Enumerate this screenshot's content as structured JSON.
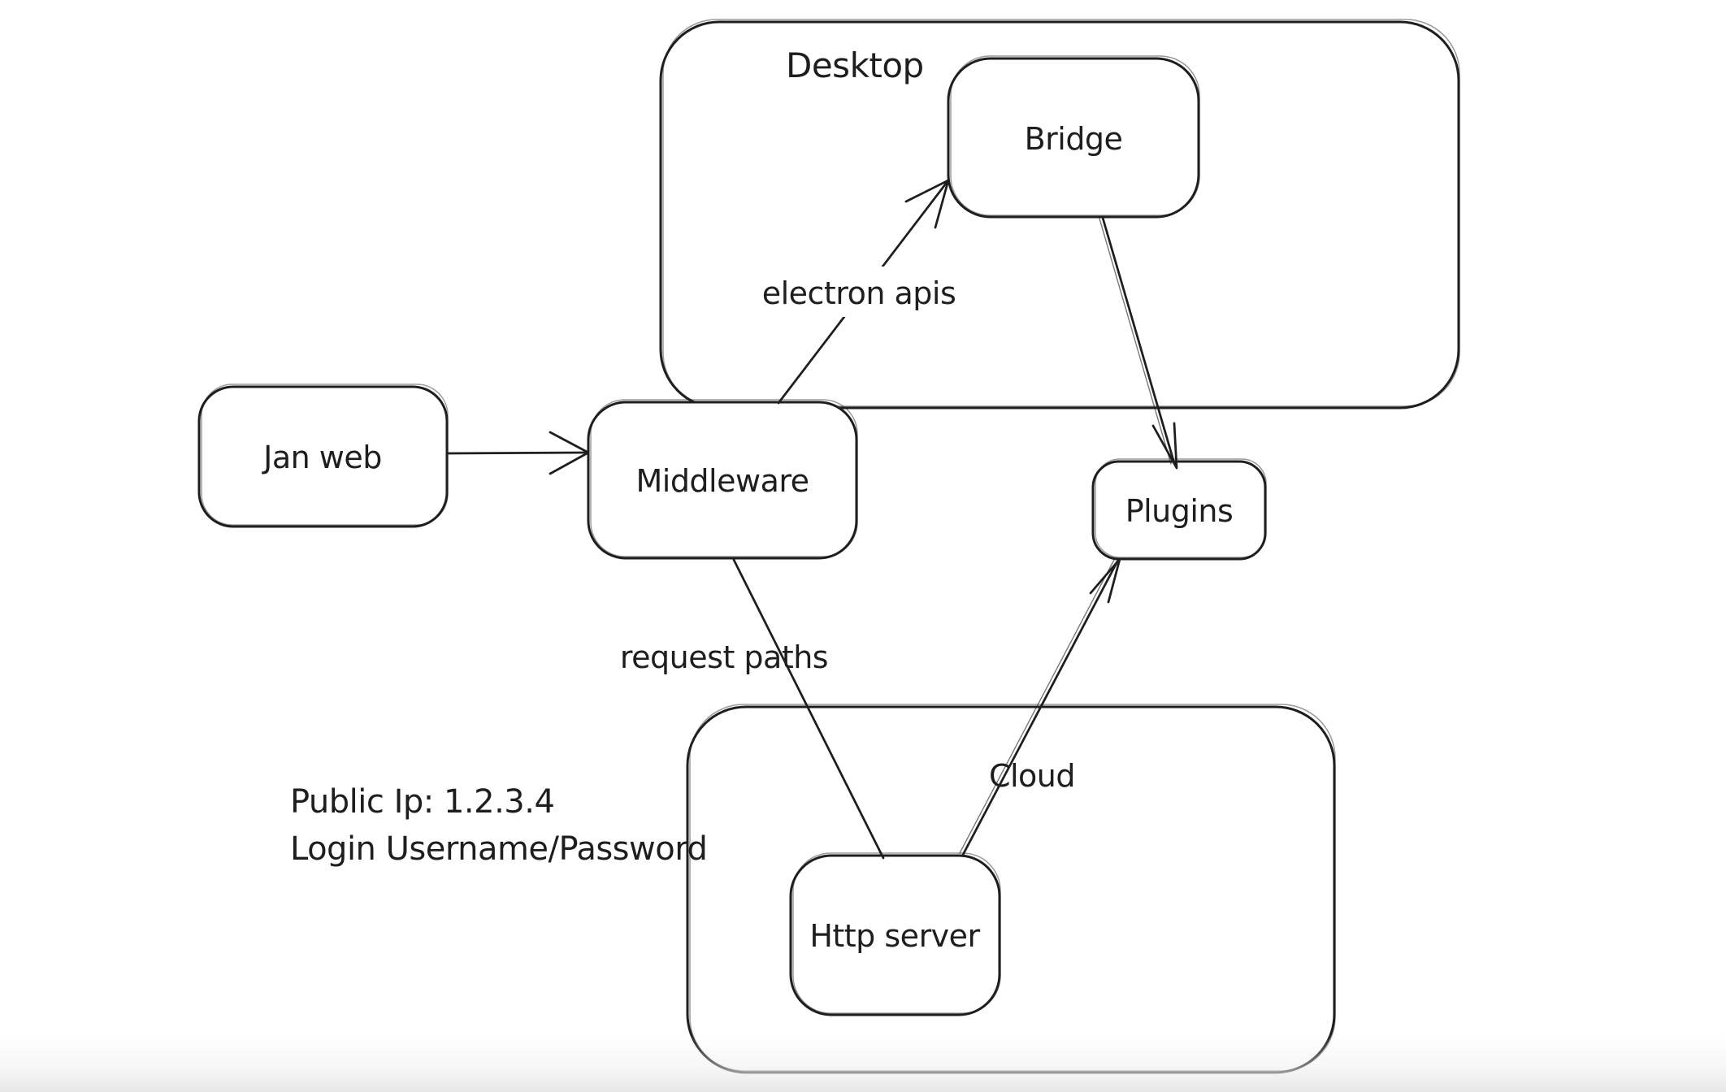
{
  "canvas": {
    "background": "#ffffff",
    "stroke_color": "#1e1e1e",
    "bottom_fade_color": "#e8e8e8"
  },
  "diagram": {
    "containers": {
      "desktop": {
        "label": "Desktop"
      },
      "cloud": {
        "label": "Cloud"
      }
    },
    "nodes": {
      "jan_web": {
        "label": "Jan web"
      },
      "middleware": {
        "label": "Middleware"
      },
      "bridge": {
        "label": "Bridge"
      },
      "plugins": {
        "label": "Plugins"
      },
      "http_server": {
        "label": "Http server"
      }
    },
    "edges": {
      "jan_web_to_middleware": {
        "from": "Jan web",
        "to": "Middleware",
        "label": ""
      },
      "middleware_to_bridge": {
        "from": "Middleware",
        "to": "Bridge",
        "label": "electron apis"
      },
      "bridge_to_plugins": {
        "from": "Bridge",
        "to": "Plugins",
        "label": ""
      },
      "middleware_to_http_server": {
        "from": "Middleware",
        "to": "Http server",
        "label": "request paths"
      },
      "http_server_to_plugins": {
        "from": "Http server",
        "to": "Plugins",
        "label": ""
      }
    },
    "note": {
      "line1": "Public Ip: 1.2.3.4",
      "line2": "Login Username/Password"
    }
  }
}
